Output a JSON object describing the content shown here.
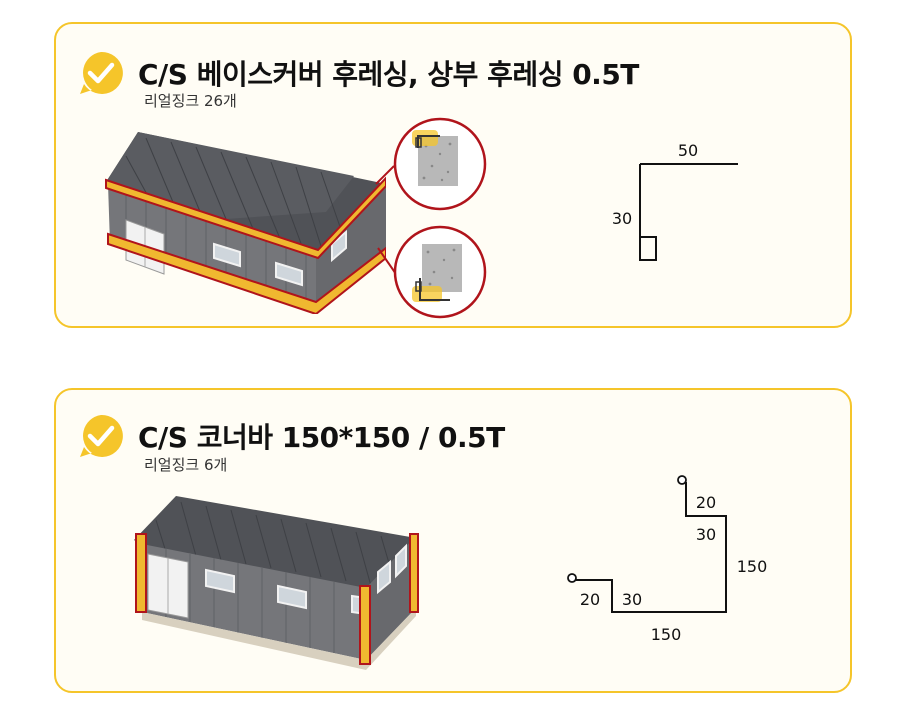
{
  "sections": [
    {
      "title": "C/S 베이스커버 후레싱, 상부 후레싱 0.5T",
      "subtitle": "리얼징크 26개",
      "dims": {
        "top": "50",
        "side": "30"
      }
    },
    {
      "title": "C/S 코너바 150*150 / 0.5T",
      "subtitle": "리얼징크 6개",
      "dims": {
        "lip_top": "20",
        "upper_step": "30",
        "height": "150",
        "lip_left": "20",
        "lower_step": "30",
        "width": "150"
      }
    }
  ],
  "colors": {
    "accent_yellow": "#f5c52a",
    "highlight_red": "#b0141b",
    "roof": "#505257",
    "wall": "#75767a"
  }
}
